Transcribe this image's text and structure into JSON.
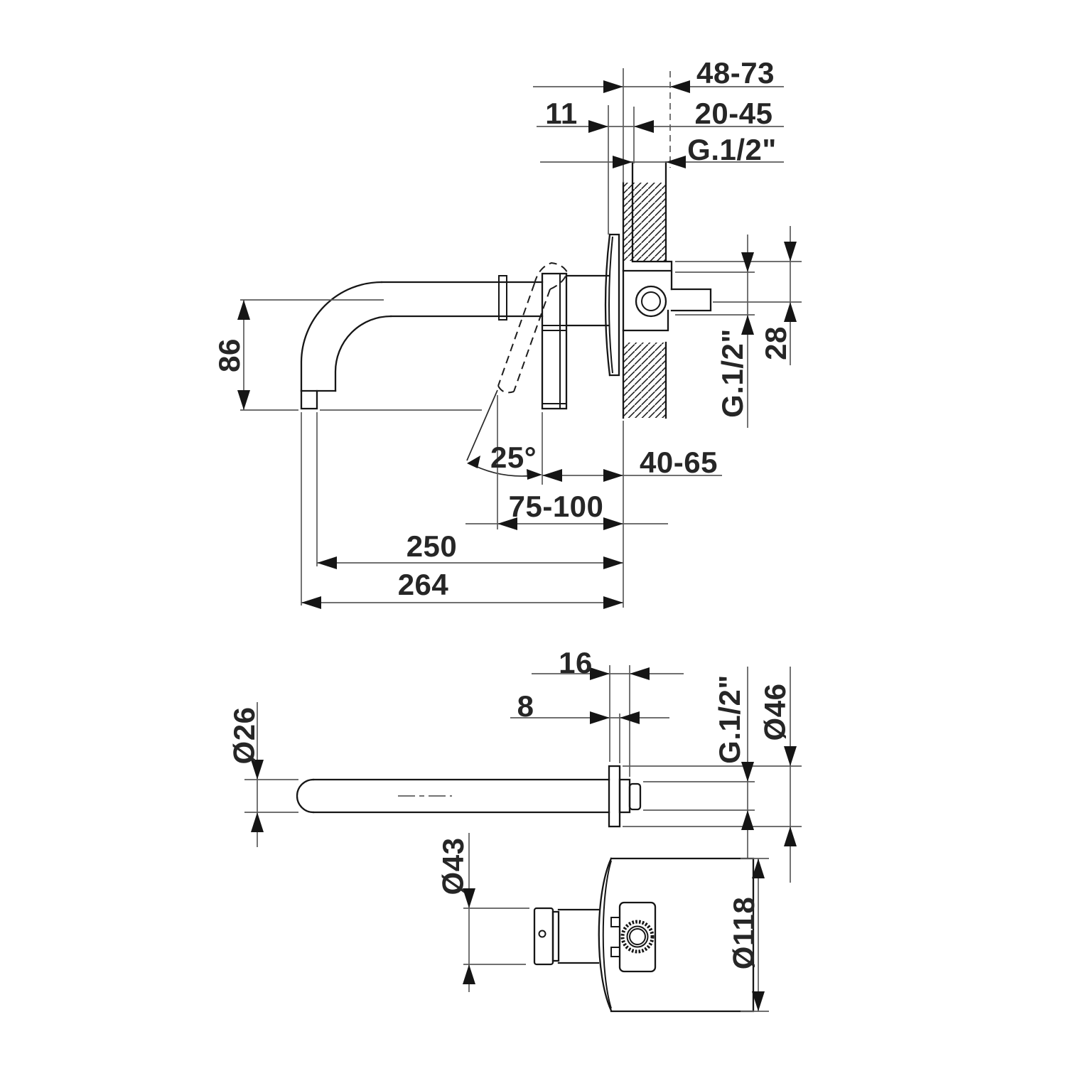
{
  "drawing": {
    "type": "technical-dimension-drawing",
    "subject": "Wall-mounted basin mixer tap with concealed body — side elevation and plan views with installation dimensions",
    "colors": {
      "outline": "#161616",
      "dimension_lines": "#5c5c5c",
      "text": "#262626",
      "background": "#ffffff"
    },
    "views": {
      "side_elevation": "side elevation through wall section",
      "spout_plan": "spout plan view",
      "valve_plan": "mixer valve and trim plate plan view"
    },
    "labels": {
      "d48_73": "48-73",
      "d11": "11",
      "d20_45": "20-45",
      "g_half_top": "G.1/2\"",
      "d86": "86",
      "d28": "28",
      "g_half_side": "G.1/2\"",
      "d25": "25°",
      "d40_65": "40-65",
      "d75_100": "75-100",
      "d250": "250",
      "d264": "264",
      "d16": "16",
      "d8": "8",
      "o26": "Ø26",
      "g_half_spout": "G.1/2\"",
      "o46": "Ø46",
      "o43": "Ø43",
      "o118": "Ø118"
    }
  }
}
